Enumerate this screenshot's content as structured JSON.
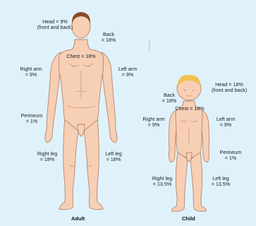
{
  "colors": {
    "background": "#dff2fb",
    "skin": "#f7cfb5",
    "outline": "#b8846a",
    "adult_hair": "#8a4a2a",
    "child_hair": "#f2c14e"
  },
  "adult": {
    "caption": "Adult",
    "head": [
      "Head = 9%",
      "(front and back)"
    ],
    "back": [
      "Back",
      "= 18%"
    ],
    "chest": "Chest = 18%",
    "right_arm": [
      "Right arm",
      "= 9%"
    ],
    "left_arm": [
      "Left arm",
      "= 9%"
    ],
    "perineum": [
      "Perineum",
      "= 1%"
    ],
    "right_leg": [
      "Right leg",
      "= 18%"
    ],
    "left_leg": [
      "Left leg",
      "= 18%"
    ]
  },
  "child": {
    "caption": "Child",
    "head": [
      "Head = 18%",
      "(front and back)"
    ],
    "back": [
      "Back",
      "= 18%"
    ],
    "chest": "Chest = 18%",
    "right_arm": [
      "Right arm",
      "= 9%"
    ],
    "left_arm": [
      "Left arm",
      "= 9%"
    ],
    "perineum": [
      "Perineum",
      "= 1%"
    ],
    "right_leg": [
      "Right leg",
      "= 13.5%"
    ],
    "left_leg": [
      "Left leg",
      "= 13.5%"
    ]
  }
}
